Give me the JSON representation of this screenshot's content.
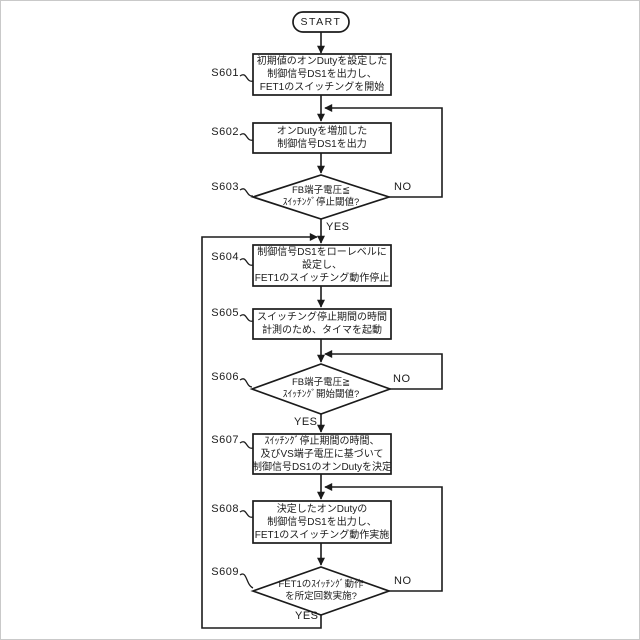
{
  "figure": {
    "terminator_start": "START",
    "yes_label": "YES",
    "no_label": "NO"
  },
  "steps": [
    {
      "id": "S601",
      "type": "process",
      "lines": [
        "初期値のオンDutyを設定した",
        "制御信号DS1を出力し、",
        "FET1のスイッチングを開始"
      ]
    },
    {
      "id": "S602",
      "type": "process",
      "lines": [
        "オンDutyを増加した",
        "制御信号DS1を出力"
      ]
    },
    {
      "id": "S603",
      "type": "decision",
      "lines": [
        "FB端子電圧≦",
        "ｽｲｯﾁﾝｸﾞ停止閾値?"
      ],
      "branches": {
        "yes": "YES",
        "no": "NO"
      }
    },
    {
      "id": "S604",
      "type": "process",
      "lines": [
        "制御信号DS1をローレベルに",
        "設定し、",
        "FET1のスイッチング動作停止"
      ]
    },
    {
      "id": "S605",
      "type": "process",
      "lines": [
        "スイッチング停止期間の時間",
        "計測のため、タイマを起動"
      ]
    },
    {
      "id": "S606",
      "type": "decision",
      "lines": [
        "FB端子電圧≧",
        "ｽｲｯﾁﾝｸﾞ開始閾値?"
      ],
      "branches": {
        "yes": "YES",
        "no": "NO"
      }
    },
    {
      "id": "S607",
      "type": "process",
      "lines": [
        "ｽｲｯﾁﾝｸﾞ停止期間の時間、",
        "及びVS端子電圧に基づいて",
        "制御信号DS1のオンDutyを決定"
      ]
    },
    {
      "id": "S608",
      "type": "process",
      "lines": [
        "決定したオンDutyの",
        "制御信号DS1を出力し、",
        "FET1のスイッチング動作実施"
      ]
    },
    {
      "id": "S609",
      "type": "decision",
      "lines": [
        "FET1のｽｲｯﾁﾝｸﾞ動作",
        "を所定回数実施?"
      ],
      "branches": {
        "yes": "YES",
        "no": "NO"
      }
    }
  ],
  "edges": [
    {
      "from": "START",
      "to": "S601",
      "label": ""
    },
    {
      "from": "S601",
      "to": "S602",
      "label": ""
    },
    {
      "from": "S602",
      "to": "S603",
      "label": ""
    },
    {
      "from": "S603",
      "to": "S604",
      "label": "YES"
    },
    {
      "from": "S603",
      "to": "S602",
      "label": "NO"
    },
    {
      "from": "S604",
      "to": "S605",
      "label": ""
    },
    {
      "from": "S605",
      "to": "S606",
      "label": ""
    },
    {
      "from": "S606",
      "to": "S607",
      "label": "YES"
    },
    {
      "from": "S606",
      "to": "S606",
      "label": "NO"
    },
    {
      "from": "S607",
      "to": "S608",
      "label": ""
    },
    {
      "from": "S608",
      "to": "S609",
      "label": ""
    },
    {
      "from": "S609",
      "to": "S608",
      "label": "NO"
    },
    {
      "from": "S609",
      "to": "S604",
      "label": "YES"
    }
  ]
}
